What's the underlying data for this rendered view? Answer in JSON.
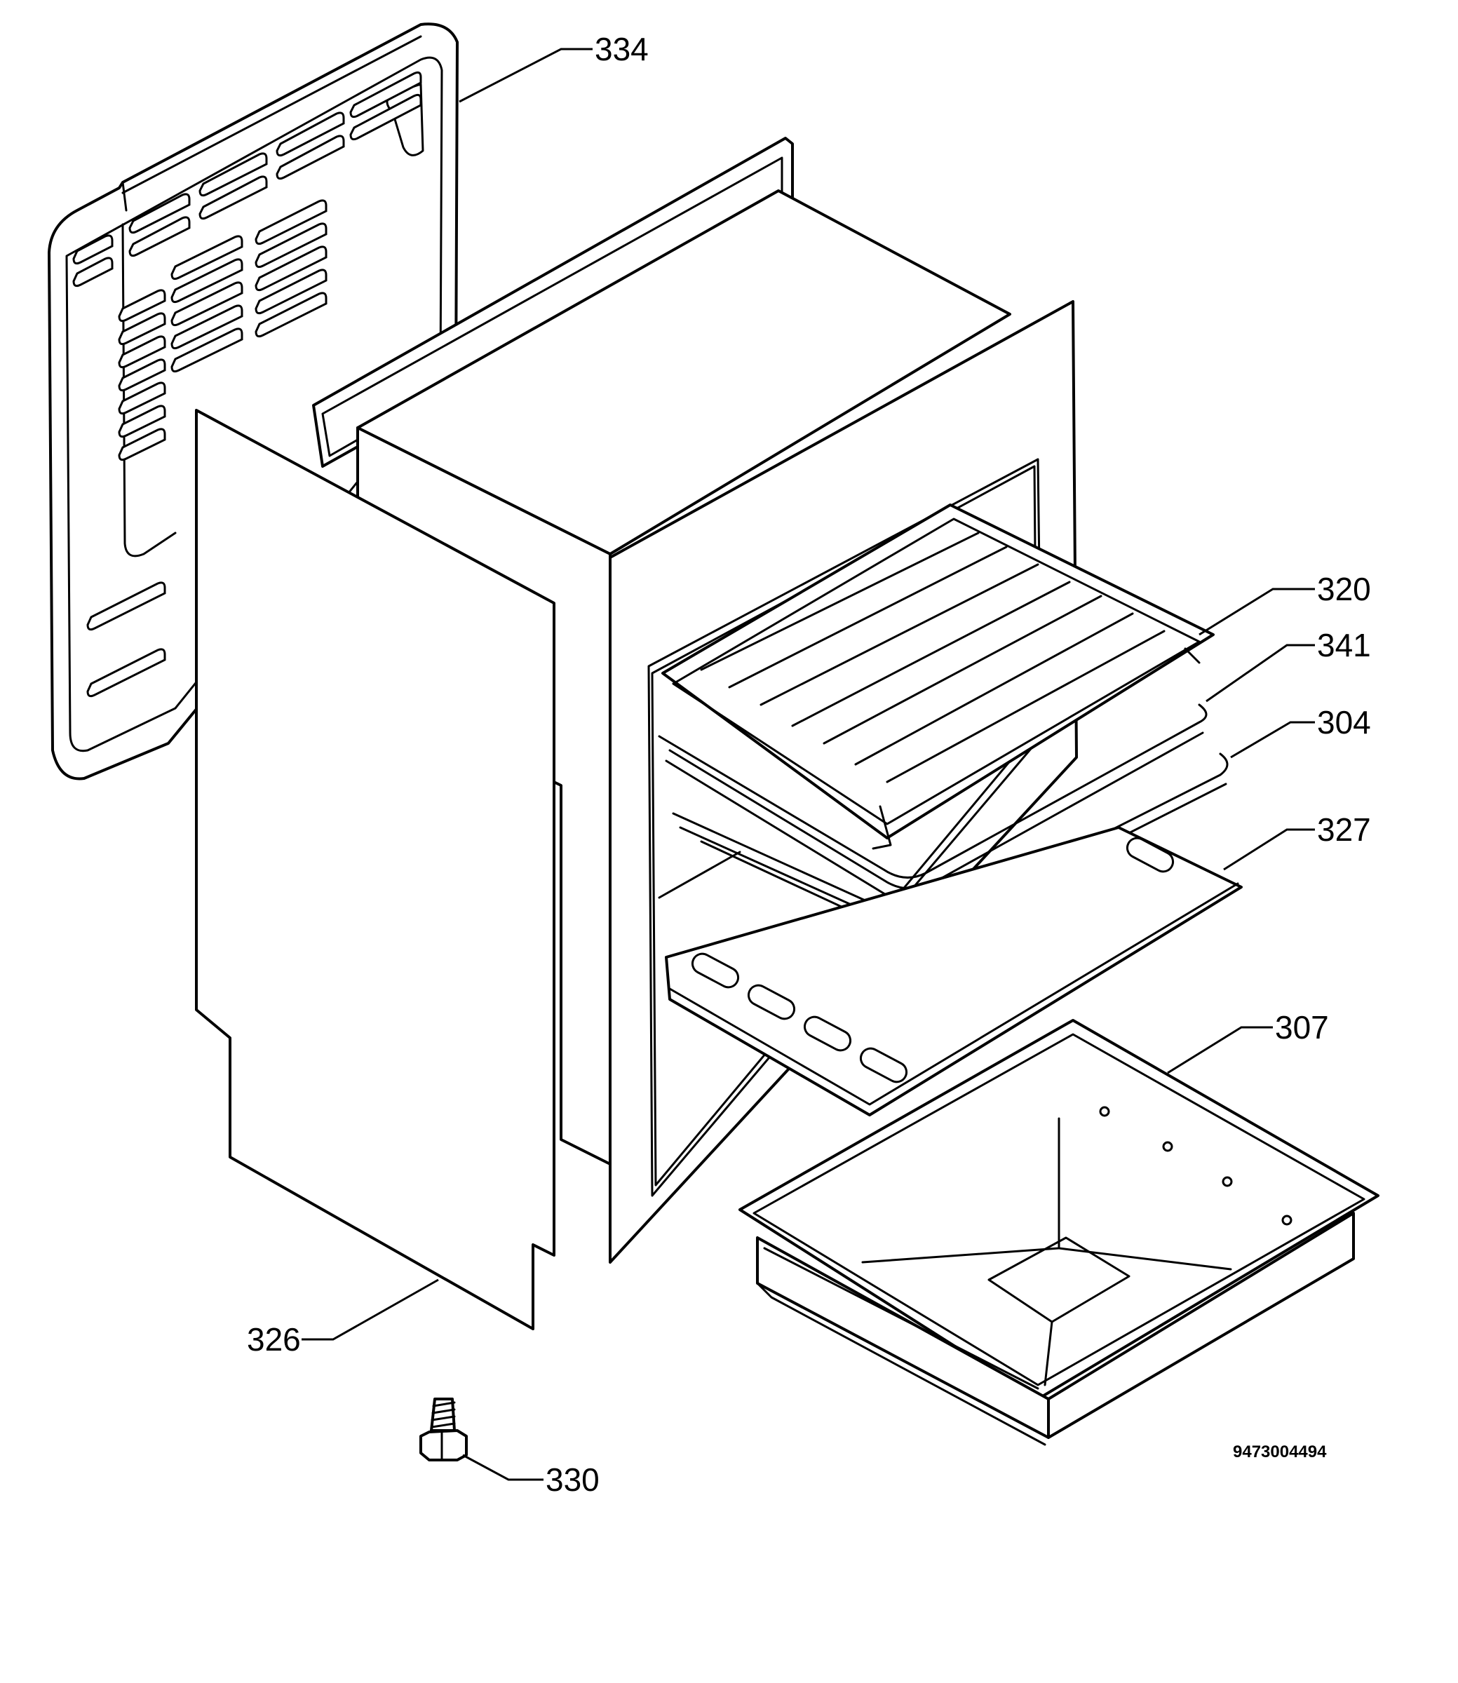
{
  "callouts": {
    "p334": "334",
    "p320": "320",
    "p341": "341",
    "p304": "304",
    "p327": "327",
    "p307": "307",
    "p326": "326",
    "p330": "330"
  },
  "document_number": "9473004494"
}
